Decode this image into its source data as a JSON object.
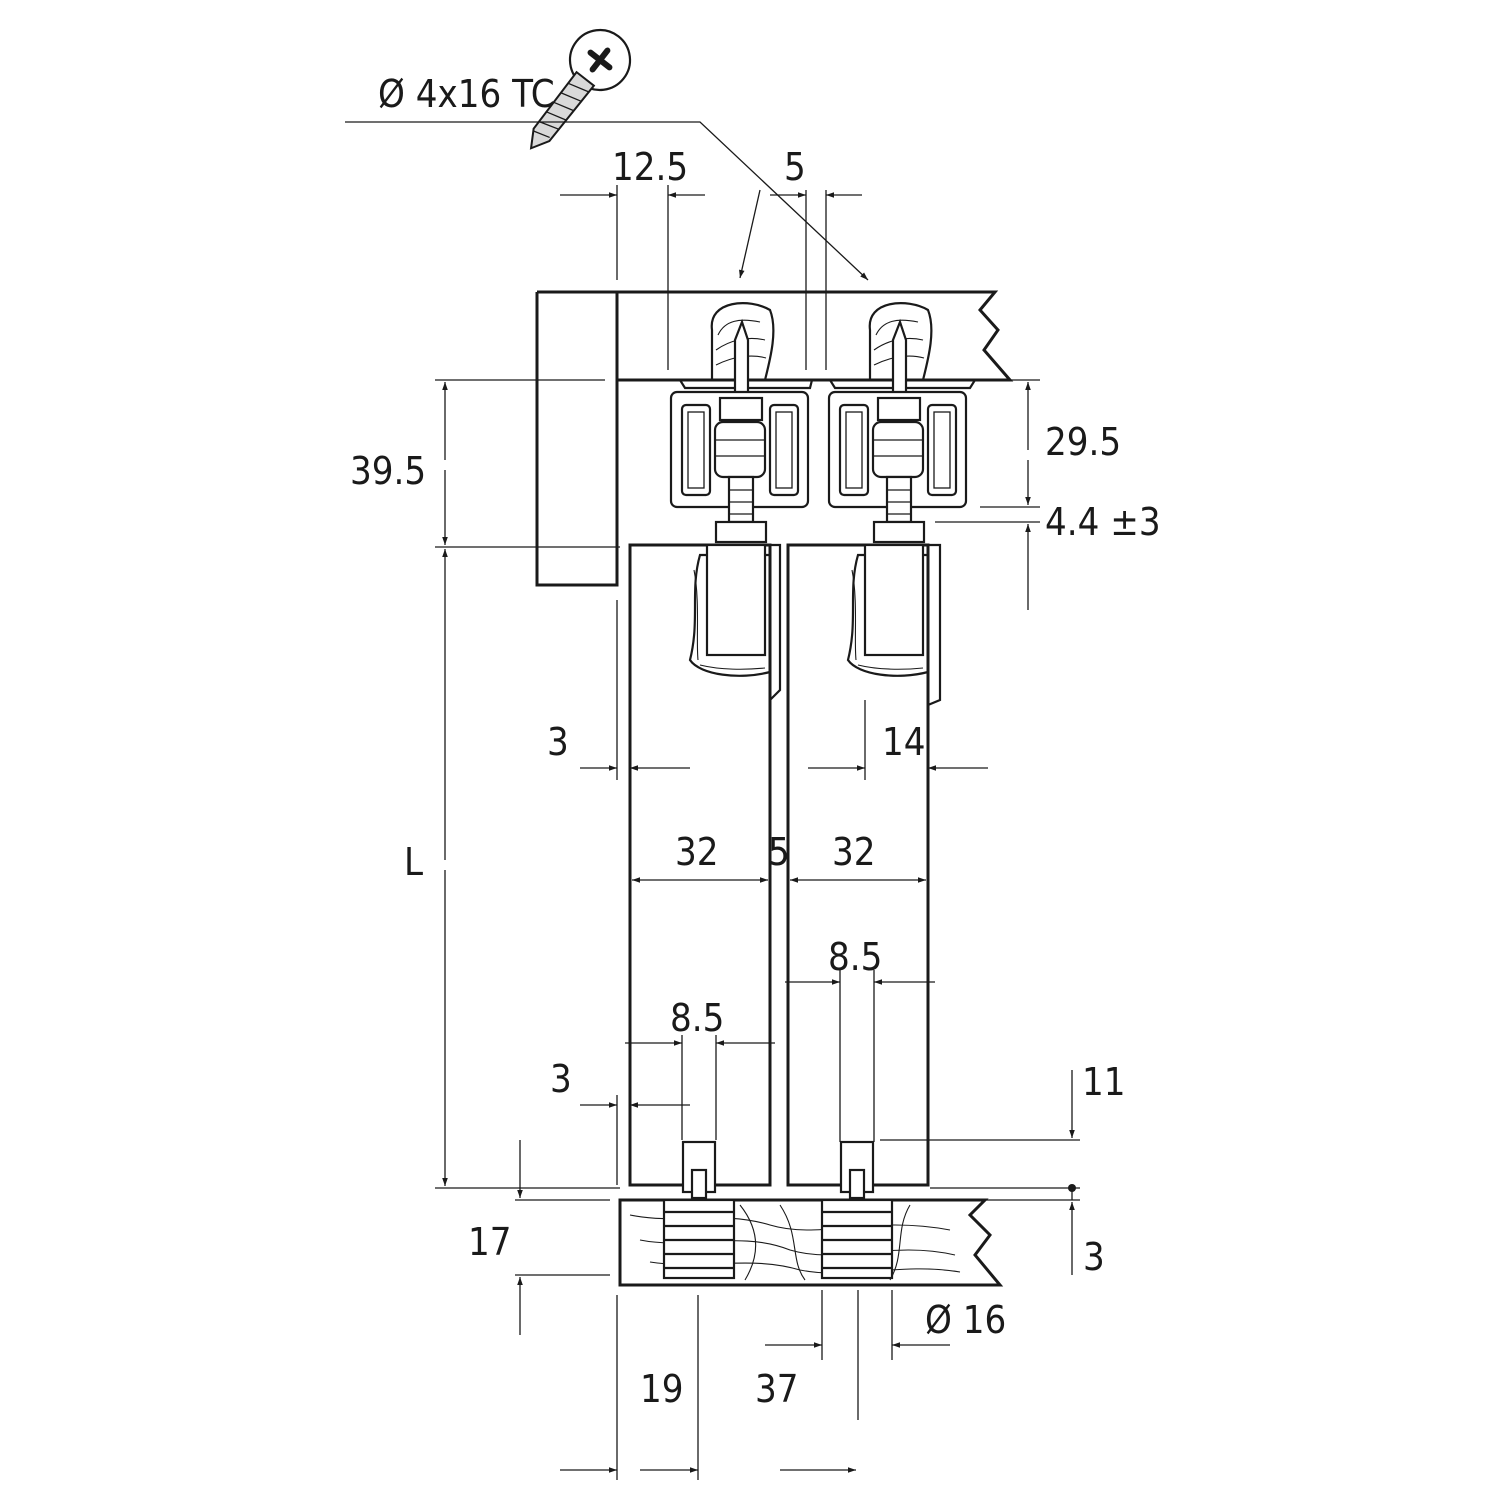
{
  "diagram": {
    "screw_label": "Ø 4x16 TC",
    "dimensions": {
      "d_12_5": "12.5",
      "d_5_top": "5",
      "d_39_5": "39.5",
      "d_29_5": "29.5",
      "d_4_4": "4.4 ±3",
      "d_3_upper": "3",
      "d_14": "14",
      "d_32_left": "32",
      "d_5_mid": "5",
      "d_32_right": "32",
      "d_L": "L",
      "d_8_5_right": "8.5",
      "d_8_5_left": "8.5",
      "d_3_lower": "3",
      "d_11": "11",
      "d_17": "17",
      "d_3_right": "3",
      "d_16": "Ø 16",
      "d_19": "19",
      "d_37": "37"
    },
    "icons": [
      "screw-icon"
    ]
  }
}
